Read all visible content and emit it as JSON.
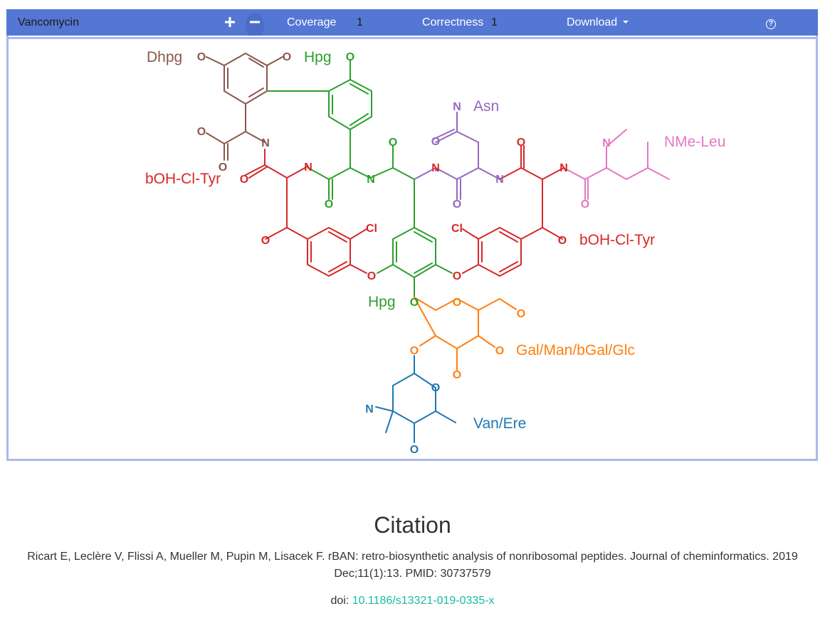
{
  "toolbar": {
    "molecule_name": "Vancomycin",
    "zoom_in_label": "+",
    "zoom_out_label": "−",
    "coverage_label": "Coverage",
    "coverage_value": "1",
    "correctness_label": "Correctness",
    "correctness_value": "1",
    "download_label": "Download",
    "help_label": "?"
  },
  "structure": {
    "monomers": [
      {
        "name": "Dhpg",
        "color": "#8c564b"
      },
      {
        "name": "Hpg",
        "color": "#2ca02c"
      },
      {
        "name": "Asn",
        "color": "#9467bd"
      },
      {
        "name": "NMe-Leu",
        "color": "#e377c2"
      },
      {
        "name": "bOH-Cl-Tyr",
        "color": "#d62728"
      },
      {
        "name": "bOH-Cl-Tyr",
        "color": "#d62728"
      },
      {
        "name": "Hpg",
        "color": "#2ca02c"
      },
      {
        "name": "Gal/Man/bGal/Glc",
        "color": "#ff7f0e"
      },
      {
        "name": "Van/Ere",
        "color": "#1f77b4"
      }
    ]
  },
  "citation": {
    "heading": "Citation",
    "text": "Ricart E, Leclère V, Flissi A, Mueller M, Pupin M, Lisacek F. rBAN: retro-biosynthetic analysis of nonribosomal peptides. Journal of cheminformatics. 2019 Dec;11(1):13. PMID: 30737579",
    "doi_prefix": "doi:",
    "doi_link": "10.1186/s13321-019-0335-x"
  }
}
